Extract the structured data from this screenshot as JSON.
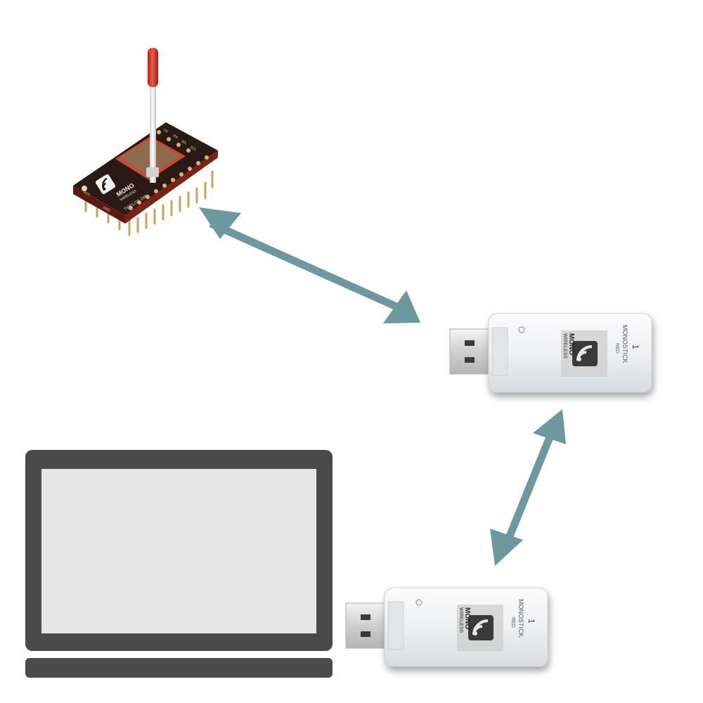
{
  "module": {
    "silkscreen_top": "MONO",
    "silkscreen_bottom": "WIRELESS",
    "board_label": "TWELITE DIP",
    "pin_labels": [
      "TX",
      "RX",
      "M1",
      "SCL",
      "GND",
      "VCC"
    ]
  },
  "stick_upper": {
    "logo_top": "MONO",
    "logo_bottom": "WIRELESS",
    "product": "MONOSTICK",
    "color_label": "RED",
    "number": "1"
  },
  "stick_lower": {
    "logo_top": "MONO",
    "logo_bottom": "WIRELESS",
    "product": "MONOSTICK",
    "color_label": "RED",
    "number": "1"
  },
  "colors": {
    "arrow": "#6e98a0",
    "laptop_frame": "#4a4a4a",
    "laptop_screen": "#e6e6e6",
    "pcb": "#2a1a14",
    "antenna_tip": "#d83a2c",
    "stick_body": "#f0f1f3"
  },
  "icons": [
    "wireless-logo-icon"
  ]
}
